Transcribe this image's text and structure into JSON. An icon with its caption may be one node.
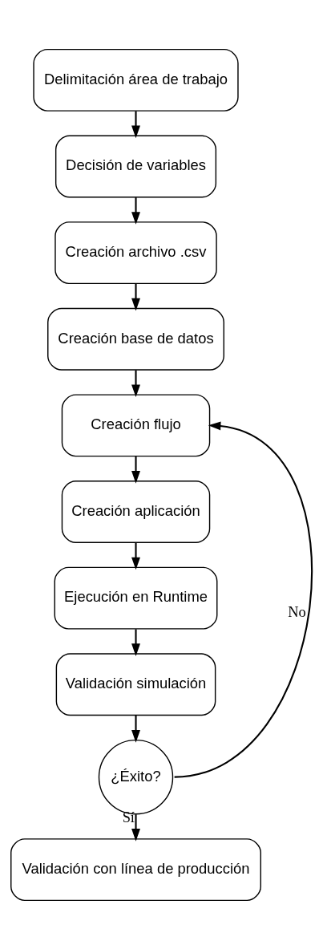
{
  "diagram": {
    "nodes": [
      {
        "text": [
          "Delimitación área de trabajo"
        ]
      },
      {
        "text": [
          "Decisión de variables"
        ]
      },
      {
        "text": [
          "Creación archivo .csv"
        ]
      },
      {
        "text": [
          "Creación base de datos"
        ]
      },
      {
        "text": [
          "Creación flujo"
        ]
      },
      {
        "text": [
          "Creación aplicación"
        ]
      },
      {
        "text": [
          "Ejecución en Runtime"
        ]
      },
      {
        "text": [
          "Validación simulación"
        ]
      },
      {
        "text": [
          "¿Éxito?"
        ]
      },
      {
        "text": [
          "Validación con línea de producción"
        ]
      }
    ],
    "edges": [
      {
        "from": 0,
        "to": 1,
        "arrow": "to"
      },
      {
        "from": 1,
        "to": 2,
        "arrow": "to"
      },
      {
        "from": 2,
        "to": 3,
        "arrow": "to"
      },
      {
        "from": 3,
        "to": 4,
        "arrow": "to"
      },
      {
        "from": 4,
        "to": 5,
        "arrow": "to"
      },
      {
        "from": 5,
        "to": 6,
        "arrow": "to"
      },
      {
        "from": 6,
        "to": 7,
        "arrow": "to"
      },
      {
        "from": 7,
        "to": 8,
        "arrow": "to"
      },
      {
        "from": 8,
        "to": 9,
        "arrow": "to",
        "label": "Sí"
      },
      {
        "from": 8,
        "to": 4,
        "arrow": "to",
        "label": "No"
      }
    ]
  }
}
